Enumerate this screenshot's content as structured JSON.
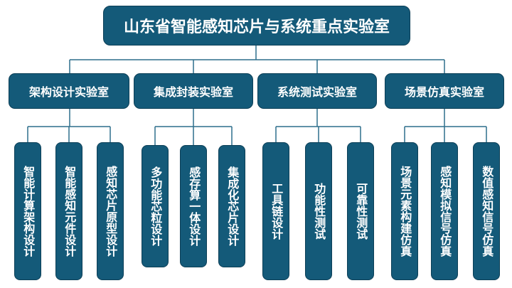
{
  "root": {
    "label": "山东省智能感知芯片与系统重点实验室"
  },
  "groups": [
    {
      "label": "架构设计实验室",
      "children": [
        "智能计算架构设计",
        "智能感知元件设计",
        "感知芯片原型设计"
      ]
    },
    {
      "label": "集成封装实验室",
      "children": [
        "多功能芯粒设计",
        "感存算一体设计",
        "集成化芯片设计"
      ]
    },
    {
      "label": "系统测试实验室",
      "children": [
        "工具链设计",
        "功能性测试",
        "可靠性测试"
      ]
    },
    {
      "label": "场景仿真实验室",
      "children": [
        "场景元素构建仿真",
        "感知模拟信号仿真",
        "数值感知信号仿真"
      ]
    }
  ]
}
